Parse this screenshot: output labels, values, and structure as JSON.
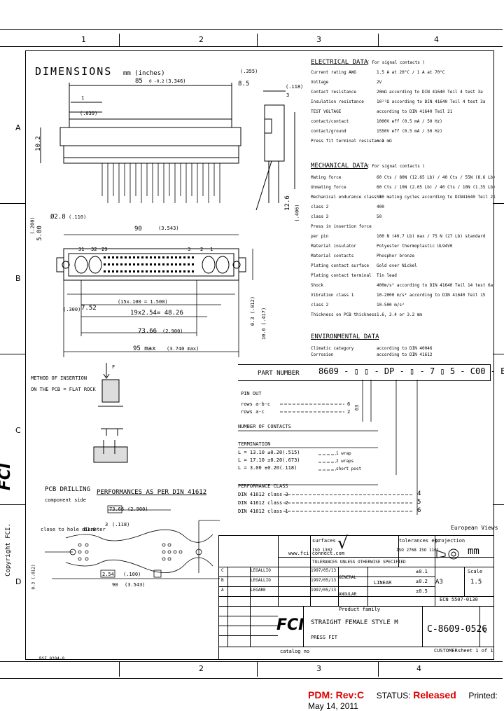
{
  "columns": [
    "1",
    "2",
    "3",
    "4"
  ],
  "rows": [
    "A",
    "B",
    "C",
    "D"
  ],
  "dim_title": "DIMENSIONS",
  "dim_units": "mm (inches)",
  "dims": {
    "d_85": "85",
    "d_85_tol": "0 -0.2",
    "d_3346": "(3.346)",
    "d_355": "(.355)",
    "d_8_5": "8.5",
    "d_118": "(.118)",
    "d_3": "3",
    "d_1": "1",
    "d_039": "(.039)",
    "d_10_2": "10.2",
    "d_406": "(.406)",
    "d_12_6": "12.6",
    "d_2_8": "Ø2.8",
    "d_110": "(.110)",
    "d_5": "5.00",
    "d_200": "(.200)",
    "d_90": "90",
    "d_3543": "(3.543)",
    "pin_31": "31",
    "pin_32": "32",
    "pin_29": "29",
    "pin_3": "3",
    "pin_2": "2",
    "pin_1": "1",
    "d_300": "(.300)",
    "d_752": "7.52",
    "d_15x": "(15x.100 = 1.500)",
    "d_19x": "19x2.54= 48.26",
    "d_7366": "73.66",
    "d_2900": "(2.900)",
    "d_95": "95 max",
    "d_3740": "(3.740 max)",
    "d_012": "0.3 (.012)",
    "d_417": "10.6 (.417)"
  },
  "electrical": {
    "title": "ELECTRICAL DATA",
    "note": "( For signal contacts )",
    "rows": [
      [
        "Current rating AWG",
        "1.5 A at 20°C / 1 A at 70°C"
      ],
      [
        "Voltage",
        "2V"
      ],
      [
        "Contact resistance",
        "20mΩ according to DIN 41640 Teil 4 test 3a"
      ],
      [
        "Insulation resistance",
        "10¹²Ω according to DIN 41640 Teil 4 test 3a"
      ],
      [
        "TEST VOLTAGE",
        "according to DIN 41640 Teil 21"
      ],
      [
        "contact/contact",
        "1000V eff (0.5 mA / 50 Hz)"
      ],
      [
        "contact/ground",
        "1550V eff (0.5 mA / 50 Hz)"
      ],
      [
        "Press fit terminal resistance",
        "< 1 mΩ"
      ]
    ]
  },
  "mechanical": {
    "title": "MECHANICAL DATA",
    "note": "( For signal contacts )",
    "rows": [
      [
        "Mating force",
        "60 Cts / 80N (12.65 Lb) / 40 Cts / 55N (8.6 Lb)"
      ],
      [
        "Unmating force",
        "60 Cts / 10N (2.05 Lb) / 40 Cts / 10N (1.35 Lb)"
      ],
      [
        "Mechanical endurance class 1",
        "500 mating cycles according to DIN41640 Teil 21"
      ],
      [
        "class 2",
        "400"
      ],
      [
        "class 3",
        "50"
      ],
      [
        "Press in insertion force",
        ""
      ],
      [
        "per pin",
        "100 N (40.7 Lb) max / 75 N (27 Lb) standard"
      ],
      [
        "Material insulator",
        "Polyester thermoplastic UL94V0"
      ],
      [
        "Material contacts",
        "Phosphor bronze"
      ],
      [
        "Plating contact surface",
        "Gold over Nickel"
      ],
      [
        "Plating contact terminal",
        "Tin lead"
      ],
      [
        "Shock",
        "400m/s² according to DIN 41640 Teil 14 test 6a"
      ],
      [
        "Vibration class 1",
        "10-2000 m/s² according to DIN 41640 Teil 15"
      ],
      [
        "class 2",
        "10-500 m/s²"
      ],
      [
        "Thickness on PCB thickness",
        "1.6, 2.4 or 3.2 mm"
      ]
    ]
  },
  "environmental": {
    "title": "ENVIRONMENTAL DATA",
    "rows": [
      [
        "Climatic category",
        "according to DIN 40046"
      ],
      [
        "Corrosion",
        "according to DIN 41612"
      ]
    ]
  },
  "method": {
    "line1": "METHOD OF INSERTION",
    "line2": "ON THE PCB = FLAT ROCK",
    "press": "F"
  },
  "part_number": {
    "label": "PART NUMBER",
    "code": "8609 - ▯ ▯ - DP - ▯ - 7 ▯ 5 - C00 - E3",
    "pin_out": "PIN OUT",
    "rows_abc": "rows a-b-c",
    "rows_ac": "rows a-c",
    "val_6": "6",
    "val_2": "2",
    "label_63": "63",
    "contacts": "NUMBER OF CONTACTS",
    "termination": "TERMINATION",
    "term_rows": [
      "L = 13.10 ±0.20(.515)",
      "L = 17.10 ±0.20(.673)",
      "L = 3.00 ±0.20(.118)"
    ],
    "term_desc": [
      "1 wrap",
      "2 wraps",
      "short post"
    ],
    "perf_class": "PERFORMANCE CLASS",
    "perf_rows": [
      "DIN 41612 class 3",
      "DIN 41612 class 2",
      "DIN 41612 class 1"
    ],
    "perf_vals": [
      "4",
      "5",
      "6"
    ]
  },
  "pcb": {
    "title": "PCB DRILLING",
    "subtitle": "component side",
    "perf": "PERFORMANCES AS PER DIN 41612",
    "close_hole": "close to hole diameter",
    "d_7366": "73.66",
    "d_2900": "(2.900)",
    "d_3": "3",
    "d_118": "(.118)",
    "d_1": "Ø1.0",
    "d_254": "2.54",
    "d_100": "(.100)",
    "d_90": "90",
    "d_3543": "(3.543)",
    "d_012": "0.3 (.012)"
  },
  "european_views": "European Views",
  "units": "mm",
  "title_block": {
    "web": "www.fci-connect.com",
    "surfaces": "surfaces",
    "iso": "ISO 1302",
    "tolerances": "tolerances etc",
    "tol_std": "ISO 2768 ISO 1101",
    "projection": "projection",
    "tol_note": "TOLERANCES UNLESS OTHERWISE SPECIFIED",
    "general": "GENERAL",
    "linear": "LINEAR",
    "angular": "ANGULAR",
    "tol1": "±0.1",
    "tol2": "±0.2",
    "tol3": "±0.5",
    "size": "A3",
    "scale_label": "Scale",
    "scale": "1.5",
    "rev_rows": [
      [
        "C",
        "LEGALLIO",
        "1997/05/13",
        ""
      ],
      [
        "B",
        "LEGALLIO",
        "1997/05/13",
        ""
      ],
      [
        "A",
        "LEGARE",
        "1997/05/13",
        ""
      ]
    ],
    "doc_no": "ECN 5507-0130",
    "product_family": "Product family",
    "title": "STRAIGHT FEMALE STYLE M",
    "subtitle": "PRESS FIT",
    "drawing_no": "C-8609-0526",
    "rev": "C",
    "customer": "CUSTOMER",
    "sheet": "sheet 1 of 1",
    "catalog": "catalog no"
  },
  "copyright": "Copyright FCI.",
  "logo": "FCI",
  "bottom_left": "BSF 0204-0",
  "footer": {
    "pdm": "PDM: Rev:C",
    "status_label": "STATUS:",
    "status": "Released",
    "printed": "Printed: May 14, 2011"
  }
}
